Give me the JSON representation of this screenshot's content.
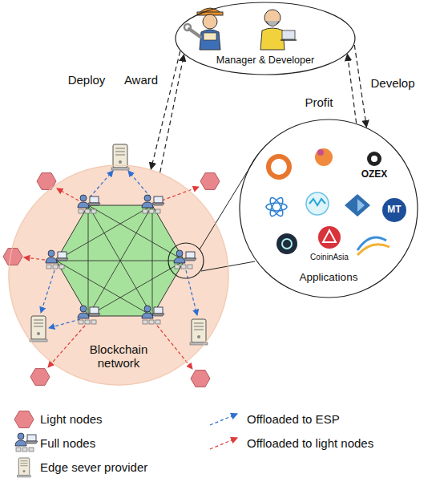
{
  "diagram": {
    "nodes": [
      {
        "text": [
          "Manager & Developer"
        ]
      },
      {
        "text": [
          "Blockchain network"
        ]
      },
      {
        "text": [
          "Applications"
        ]
      }
    ],
    "edges": [
      {
        "from": 0,
        "to": 1,
        "label": "Deploy",
        "arrow": "to"
      },
      {
        "from": 1,
        "to": 0,
        "label": "Award",
        "arrow": "to"
      },
      {
        "from": 0,
        "to": 2,
        "label": "Develop",
        "arrow": "to"
      },
      {
        "from": 2,
        "to": 0,
        "label": "Profit",
        "arrow": "to"
      }
    ],
    "labels": [
      "OZEX",
      "MT",
      "CoininAsia"
    ],
    "legend": [
      {
        "text": "Light nodes"
      },
      {
        "text": "Full nodes"
      },
      {
        "text": "Edge sever provider"
      },
      {
        "text": "Offloaded to ESP"
      },
      {
        "text": "Offloaded to light nodes"
      }
    ]
  }
}
